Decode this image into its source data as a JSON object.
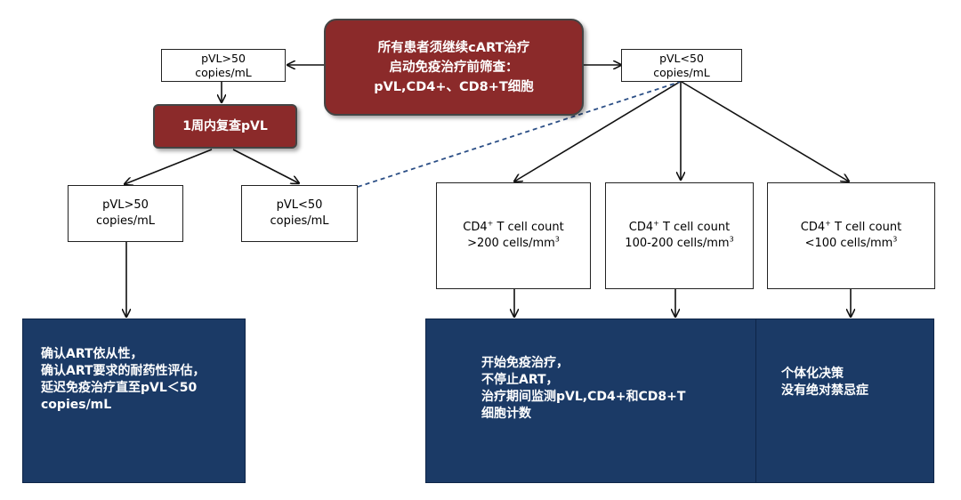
{
  "top": {
    "center_title": "所有患者须继续cART治疗\n启动免疫治疗前筛查：\npVL,CD4+、CD8+T细胞",
    "left_box": "pVL>50\ncopies/mL",
    "right_box": "pVL<50\ncopies/mL"
  },
  "recheck": {
    "label": "1周内复查pVL"
  },
  "second_row": {
    "high_box": "pVL>50\ncopies/mL",
    "low_box": "pVL<50\ncopies/mL"
  },
  "cd4_boxes": [
    {
      "prefix": "CD4",
      "sup1": "+",
      "mid": " T cell count",
      "range": ">200 cells/mm",
      "sup2": "3"
    },
    {
      "prefix": "CD4",
      "sup1": "+",
      "mid": " T cell count",
      "range": "100-200 cells/mm",
      "sup2": "3"
    },
    {
      "prefix": "CD4",
      "sup1": "+",
      "mid": " T cell count",
      "range": "<100 cells/mm",
      "sup2": "3"
    }
  ],
  "outcomes": {
    "left": "确认ART依从性，\n确认ART要求的耐药性评估，\n延迟免疫治疗直至pVL＜50\ncopies/mL",
    "middle": "开始免疫治疗，\n不停止ART，\n治疗期间监测pVL,CD4+和CD8+T\n细胞计数",
    "right": "个体化决策\n没有绝对禁忌症"
  },
  "colors": {
    "red": "#8b2a2a",
    "navy": "#1b3a66",
    "dash": "#2c4f86"
  }
}
